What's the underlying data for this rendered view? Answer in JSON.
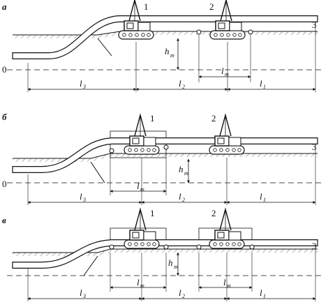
{
  "panels": [
    {
      "id": "a",
      "letter": "а",
      "origin": "0",
      "machine_1": "1",
      "machine_2": "2",
      "pipe_end": "3",
      "height_label": "h",
      "height_sub": "т",
      "dims": [
        {
          "label": "l",
          "sub": "3"
        },
        {
          "label": "l",
          "sub": "2"
        },
        {
          "label": "l",
          "sub": "т"
        },
        {
          "label": "l",
          "sub": "1"
        }
      ]
    },
    {
      "id": "b",
      "letter": "б",
      "origin": "0",
      "machine_1": "1",
      "machine_2": "2",
      "pipe_end": "3",
      "height_label": "h",
      "height_sub": "т",
      "dims": [
        {
          "label": "l",
          "sub": "т"
        },
        {
          "label": "l",
          "sub": "3"
        },
        {
          "label": "l",
          "sub": "2"
        },
        {
          "label": "l",
          "sub": "1"
        }
      ]
    },
    {
      "id": "c",
      "letter": "в",
      "origin": "",
      "machine_1": "1",
      "machine_2": "2",
      "pipe_end": "3",
      "height_label": "h",
      "height_sub": "т",
      "dims": [
        {
          "label": "l",
          "sub": "т"
        },
        {
          "label": "l",
          "sub": "т"
        },
        {
          "label": "l",
          "sub": "3"
        },
        {
          "label": "l",
          "sub": "2"
        },
        {
          "label": "l",
          "sub": "1"
        }
      ]
    }
  ]
}
